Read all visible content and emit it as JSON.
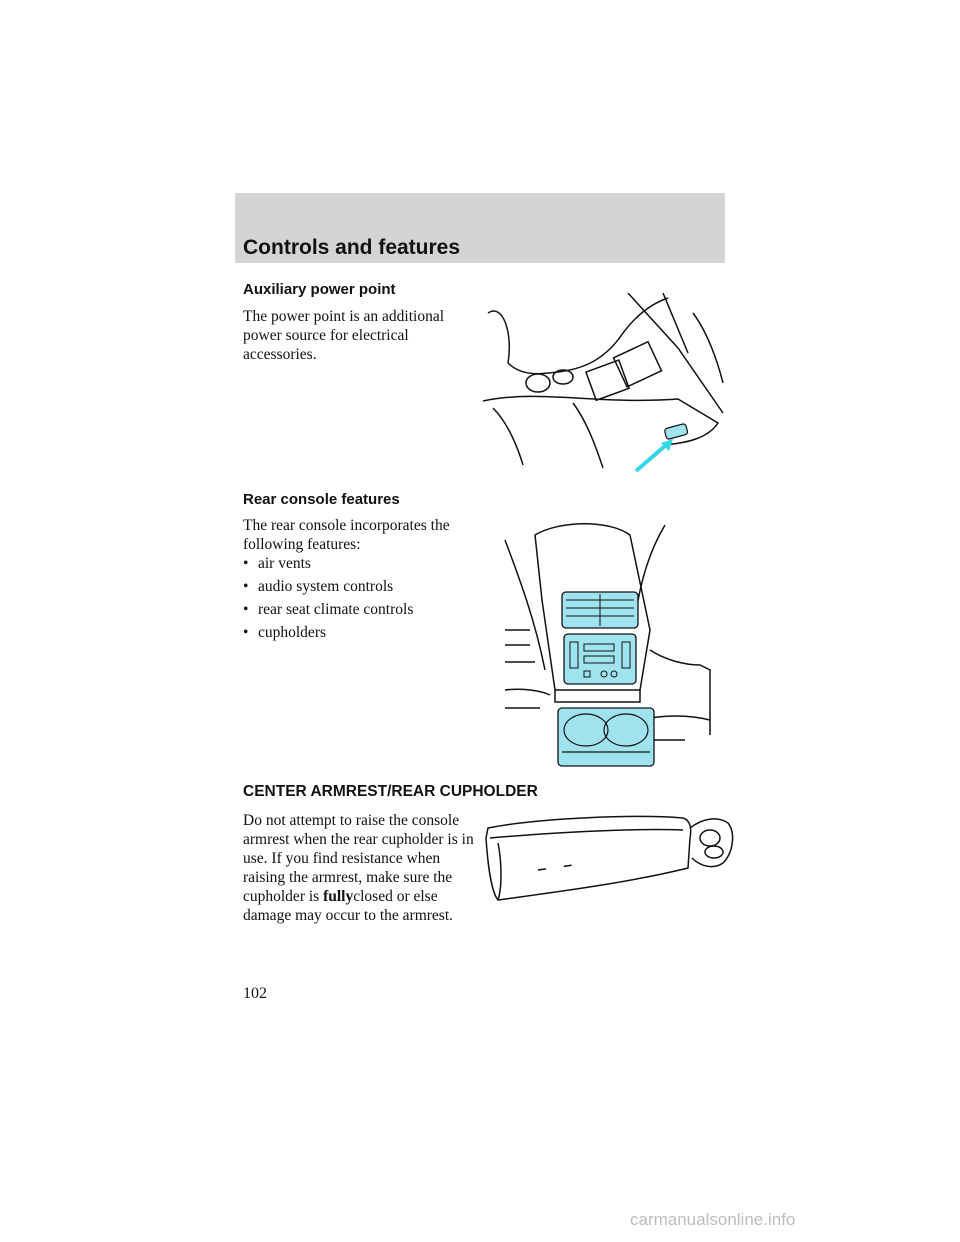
{
  "header": {
    "title": "Controls and features"
  },
  "section1": {
    "heading": "Auxiliary power point",
    "body": "The power point is an additional power source for electrical accessories."
  },
  "section2": {
    "heading": "Rear console features",
    "intro": "The rear console incorporates the following features:",
    "bullets": [
      "air vents",
      "audio system controls",
      "rear seat climate controls",
      "cupholders"
    ]
  },
  "section3": {
    "heading": "CENTER ARMREST/REAR CUPHOLDER",
    "body_before": "Do not attempt to raise the console armrest when the rear cupholder is in use. If you find resistance when raising the armrest, make sure the cupholder is ",
    "emphasis": "fully",
    "body_after": "closed or else damage may occur to the armrest."
  },
  "page_number": "102",
  "watermark": "carmanualsonline.info",
  "colors": {
    "header_bg": "#d4d4d4",
    "accent_cyan": "#9fe3ef",
    "arrow": "#33d6e6"
  }
}
